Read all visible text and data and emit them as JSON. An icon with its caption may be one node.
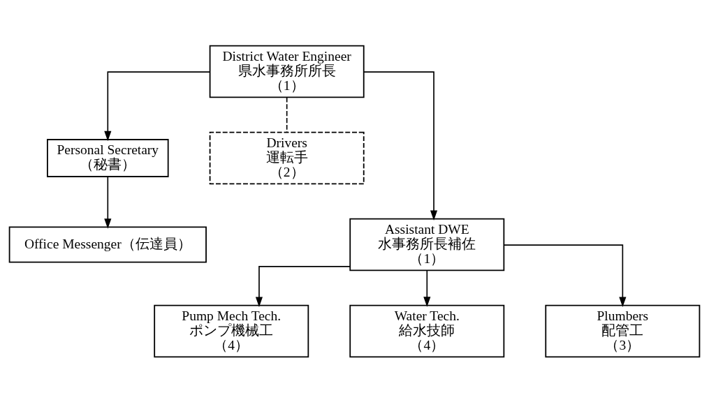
{
  "diagram": {
    "nodes": [
      {
        "text": [
          "District Water Engineer",
          "県水事務所所長",
          "（1）"
        ]
      },
      {
        "text": [
          "Personal Secretary",
          "（秘書）"
        ]
      },
      {
        "text": [
          "Drivers",
          "運転手",
          "（2）"
        ]
      },
      {
        "text": [
          "Assistant DWE",
          "水事務所長補佐",
          "（1）"
        ]
      },
      {
        "text": [
          "Office Messenger（伝達員）"
        ]
      },
      {
        "text": [
          "Pump Mech Tech.",
          "ポンプ機械工",
          "（4）"
        ]
      },
      {
        "text": [
          "Water Tech.",
          "給水技師",
          "（4）"
        ]
      },
      {
        "text": [
          "Plumbers",
          "配管工",
          "（3）"
        ]
      }
    ],
    "edges": [
      {
        "from": 0,
        "to": 3,
        "arrow": "to"
      },
      {
        "from": 0,
        "to": 1,
        "arrow": "to"
      },
      {
        "from": 0,
        "to": 2,
        "arrow": "none",
        "style": "dashed"
      },
      {
        "from": 1,
        "to": 4,
        "arrow": "to"
      },
      {
        "from": 3,
        "to": 5,
        "arrow": "to"
      },
      {
        "from": 3,
        "to": 6,
        "arrow": "to"
      },
      {
        "from": 3,
        "to": 7,
        "arrow": "to"
      }
    ]
  }
}
